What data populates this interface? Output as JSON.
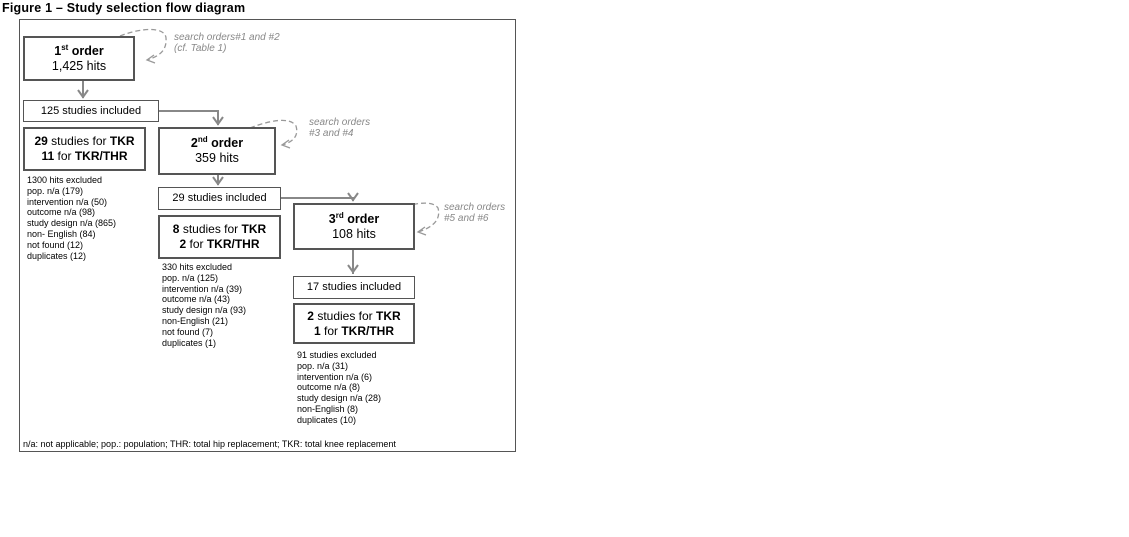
{
  "title": "Figure 1 – Study selection flow diagram",
  "orders": [
    {
      "num": "1",
      "suffix": "st",
      "word": "order",
      "hits": "1,425 hits",
      "note": [
        "search orders#1 and #2",
        "(cf. Table 1)"
      ],
      "included": "125 studies included",
      "tkr_n": "29",
      "tkr_text": " studies for ",
      "tkr": "TKR",
      "thr_n": "11",
      "thr_text": " for ",
      "thr": "TKR/THR",
      "excluded": [
        "1300 hits excluded",
        "pop. n/a (179)",
        "intervention n/a (50)",
        "outcome n/a (98)",
        "study design n/a (865)",
        "non- English (84)",
        "not found (12)",
        "duplicates (12)"
      ]
    },
    {
      "num": "2",
      "suffix": "nd",
      "word": "order",
      "hits": "359 hits",
      "note": [
        "search orders",
        "#3 and #4"
      ],
      "included": "29 studies included",
      "tkr_n": "8",
      "tkr_text": " studies for ",
      "tkr": "TKR",
      "thr_n": "2",
      "thr_text": " for ",
      "thr": "TKR/THR",
      "excluded": [
        "330 hits excluded",
        "pop. n/a (125)",
        "intervention n/a (39)",
        "outcome n/a (43)",
        "study design n/a (93)",
        "non-English (21)",
        "not found (7)",
        "duplicates (1)"
      ]
    },
    {
      "num": "3",
      "suffix": "rd",
      "word": "order",
      "hits": "108 hits",
      "note": [
        "search orders",
        "#5 and #6"
      ],
      "included": "17 studies included",
      "tkr_n": "2",
      "tkr_text": " studies for ",
      "tkr": "TKR",
      "thr_n": "1",
      "thr_text": " for ",
      "thr": "TKR/THR",
      "excluded": [
        "91 studies excluded",
        "pop. n/a (31)",
        "intervention n/a (6)",
        "outcome n/a (8)",
        "study design n/a (28)",
        "non-English (8)",
        "duplicates (10)"
      ]
    }
  ],
  "footnote": "n/a: not applicable; pop.: population; THR: total hip replacement; TKR: total knee replacement"
}
